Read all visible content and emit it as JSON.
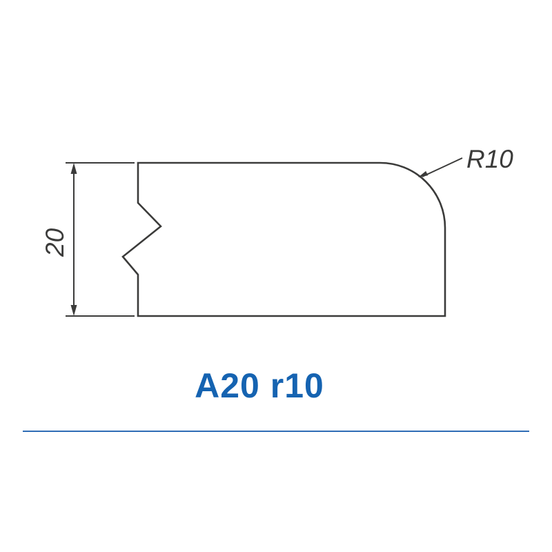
{
  "drawing": {
    "height_dimension": "20",
    "corner_radius_label": "R10",
    "line_color": "#3b3b3a",
    "text_color": "#3b3b3a"
  },
  "title": {
    "label": "A20 r10",
    "color": "#1563b1"
  },
  "divider": {
    "color": "#2e6cb5"
  }
}
